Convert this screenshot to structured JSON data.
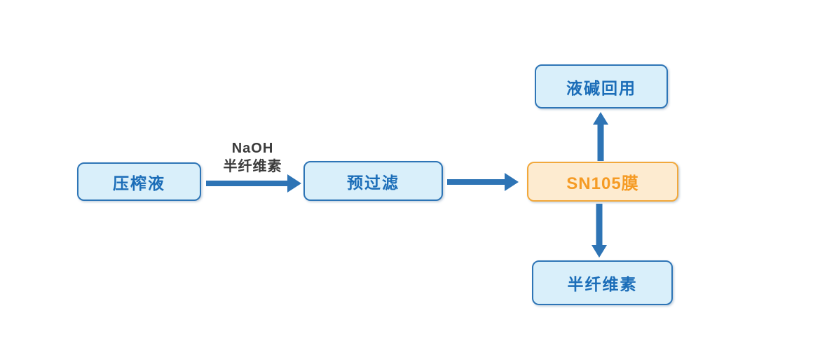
{
  "diagram": {
    "title_hint": "SN105 membrane process flow",
    "colors": {
      "background": "#ffffff",
      "node_fill_blue": "#d9effa",
      "node_border_blue": "#2e75b6",
      "node_text_blue": "#1b6db8",
      "node_fill_orange": "#fdebd0",
      "node_border_orange": "#f2a83b",
      "node_text_orange": "#f59b25",
      "arrow": "#2e74b5",
      "edge_label_text": "#3a3a3a"
    },
    "nodes": {
      "press_liquid": {
        "label": "压榨液"
      },
      "prefilter": {
        "label": "预过滤"
      },
      "sn105_membrane": {
        "label": "SN105膜"
      },
      "alkali_reuse": {
        "label": "液碱回用"
      },
      "hemicellulose": {
        "label": "半纤维素"
      }
    },
    "edge_labels": {
      "press_to_prefilter": {
        "line1": "NaOH",
        "line2": "半纤维素"
      }
    },
    "edges": [
      {
        "from": "press_liquid",
        "to": "prefilter",
        "direction": "right",
        "label": "NaOH 半纤维素"
      },
      {
        "from": "prefilter",
        "to": "sn105_membrane",
        "direction": "right",
        "label": ""
      },
      {
        "from": "sn105_membrane",
        "to": "alkali_reuse",
        "direction": "up",
        "label": ""
      },
      {
        "from": "sn105_membrane",
        "to": "hemicellulose",
        "direction": "down",
        "label": ""
      }
    ]
  }
}
